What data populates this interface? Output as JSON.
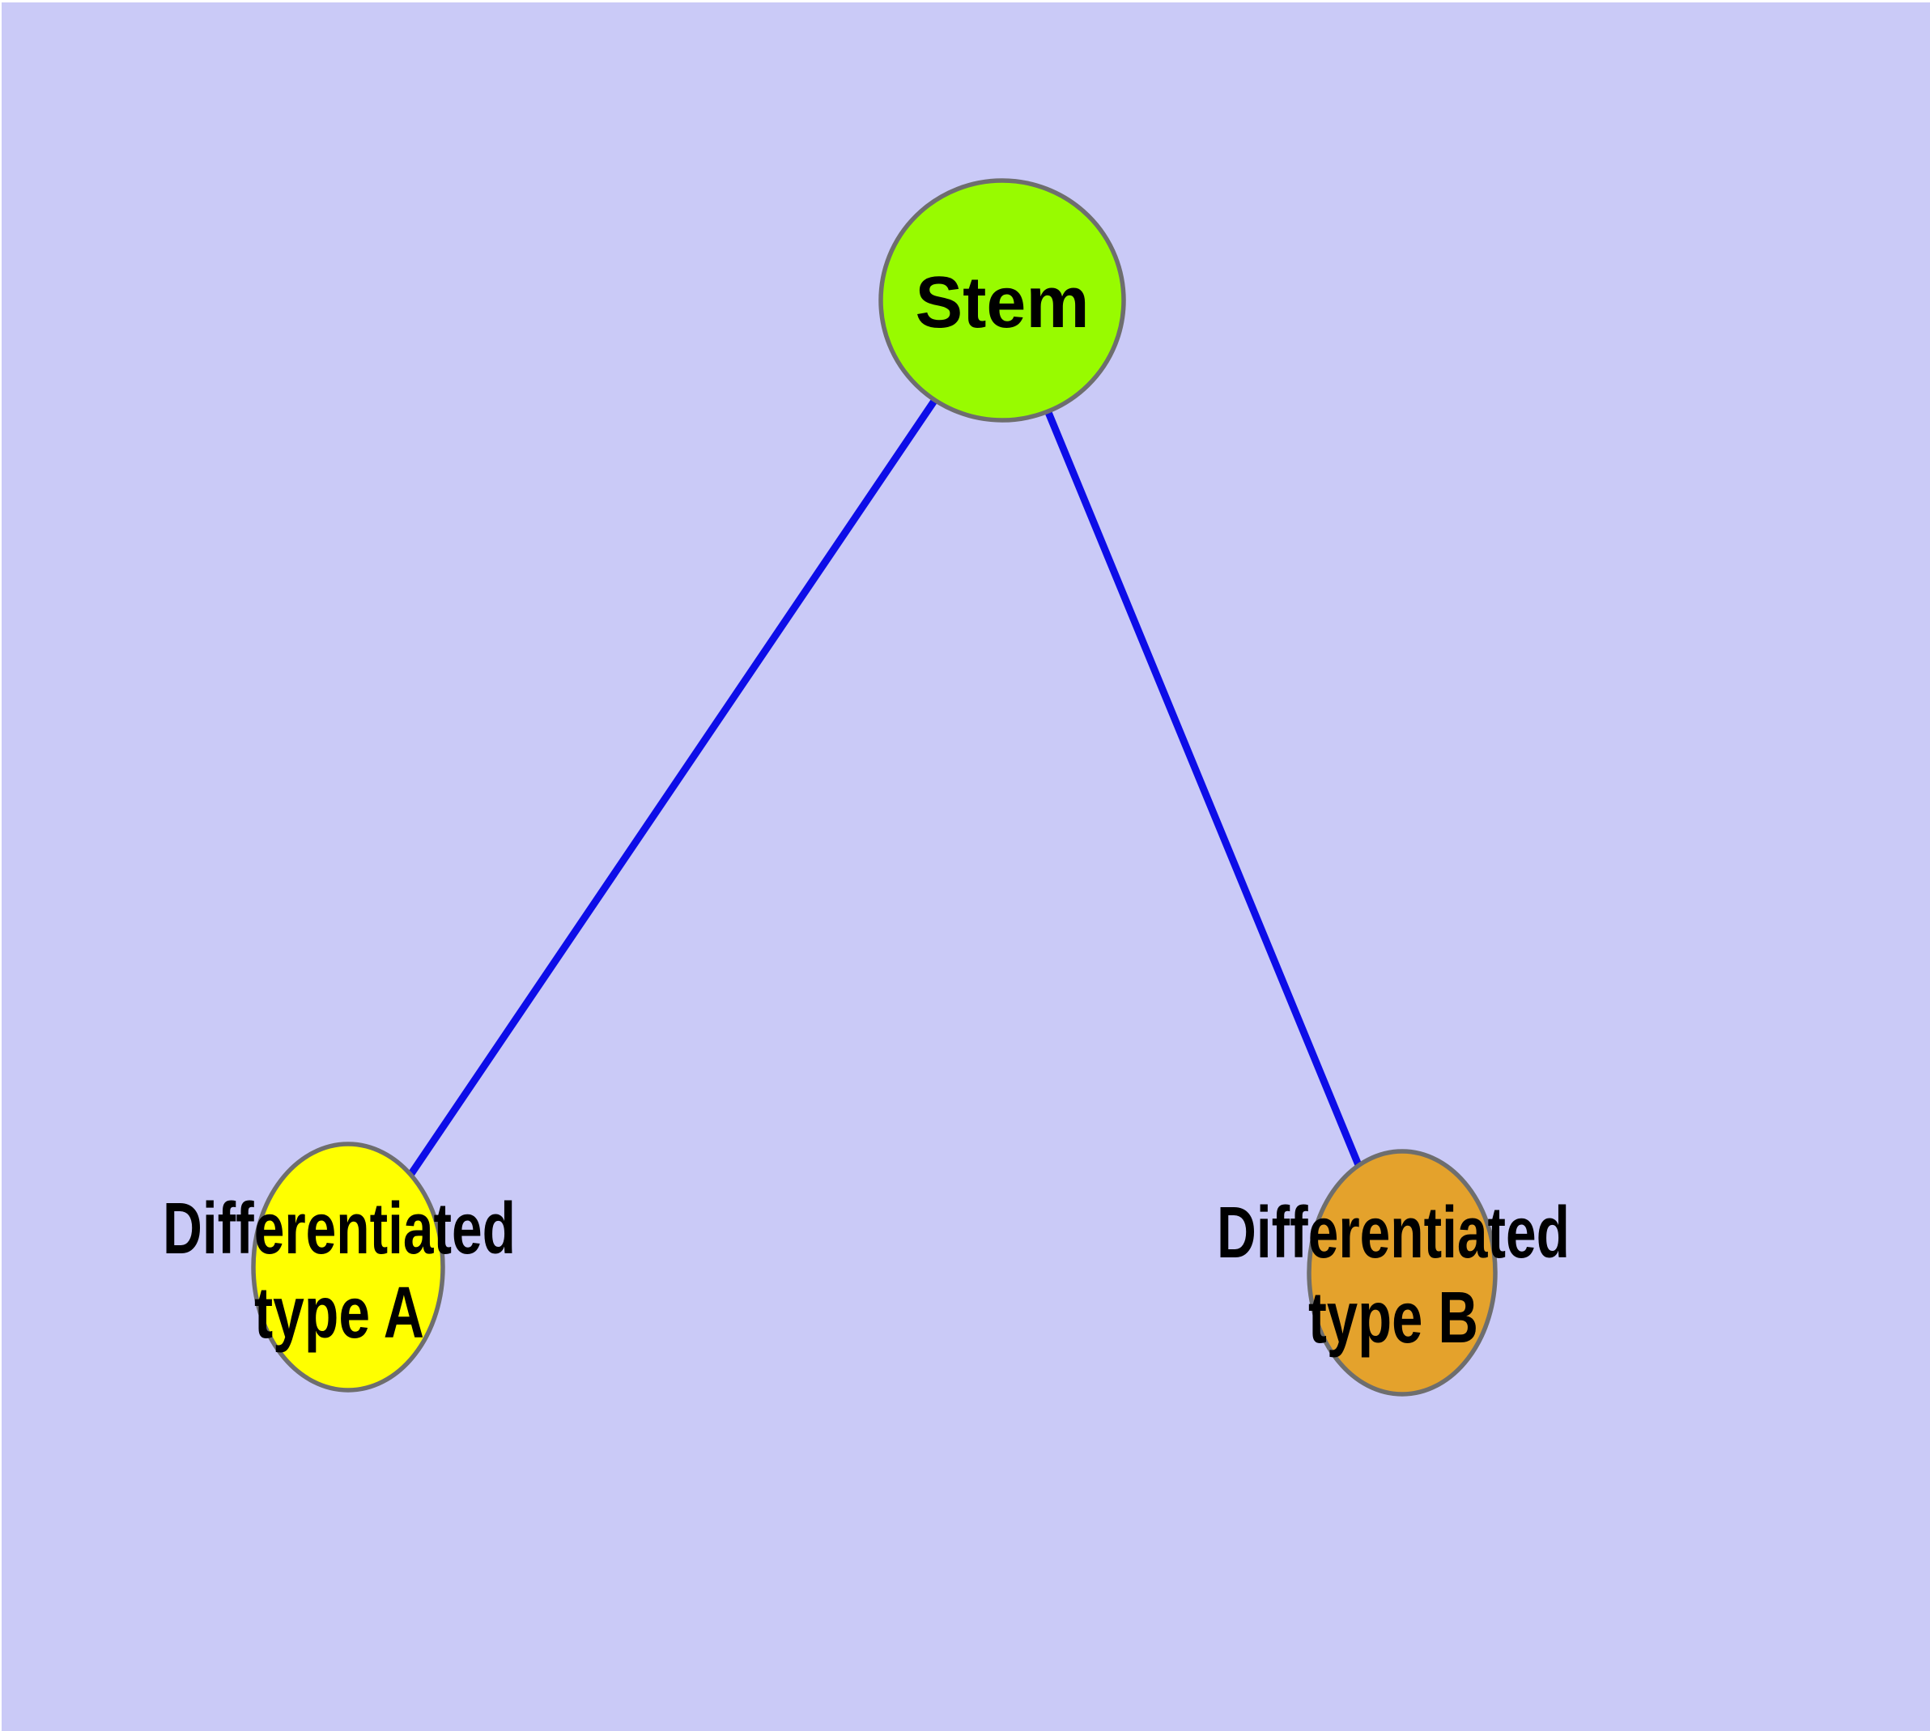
{
  "canvas": {
    "background_color": "#CACAF7",
    "border_strip_color": "#FFFFFF"
  },
  "diagram": {
    "type": "node-link graph",
    "nodes": {
      "stem": {
        "label": "Stem",
        "fill": "#98FB00",
        "stroke": "#6E6E6E",
        "shape": "circle"
      },
      "type_a": {
        "label_line1": "Differentiated",
        "label_line2": "type A",
        "fill": "#FFFF00",
        "stroke": "#6E6E6E",
        "shape": "ellipse"
      },
      "type_b": {
        "label_line1": "Differentiated",
        "label_line2": "type B",
        "fill": "#E4A22C",
        "stroke": "#6E6E6E",
        "shape": "ellipse"
      }
    },
    "edges": {
      "color": "#0D0DE8",
      "stem_to_type_a": {
        "from": "Stem",
        "to": "Differentiated type A"
      },
      "stem_to_type_b": {
        "from": "Stem",
        "to": "Differentiated type B"
      }
    },
    "text_color": "#000000"
  }
}
